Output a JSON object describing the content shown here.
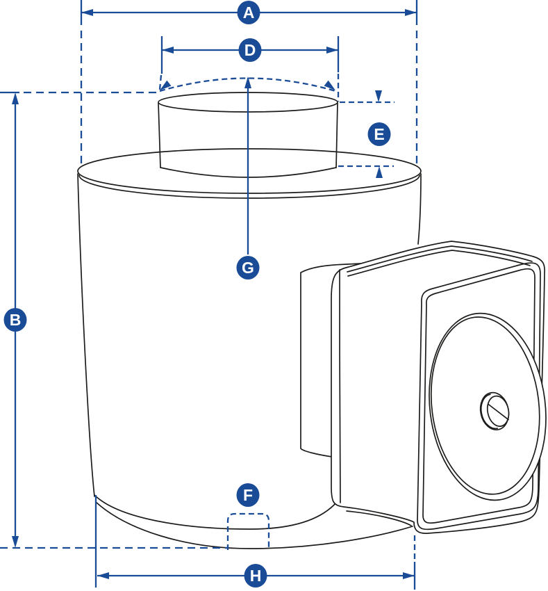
{
  "diagram": {
    "kind": "load-cell technical dimension drawing",
    "labels": {
      "a": "A",
      "b": "B",
      "d": "D",
      "e": "E",
      "f": "F",
      "g": "G",
      "h": "H"
    },
    "colors": {
      "annotation_blue": "#1a4b96",
      "label_text": "#ffffff",
      "line_art": "#1c1c1a",
      "background": "#ffffff"
    }
  }
}
